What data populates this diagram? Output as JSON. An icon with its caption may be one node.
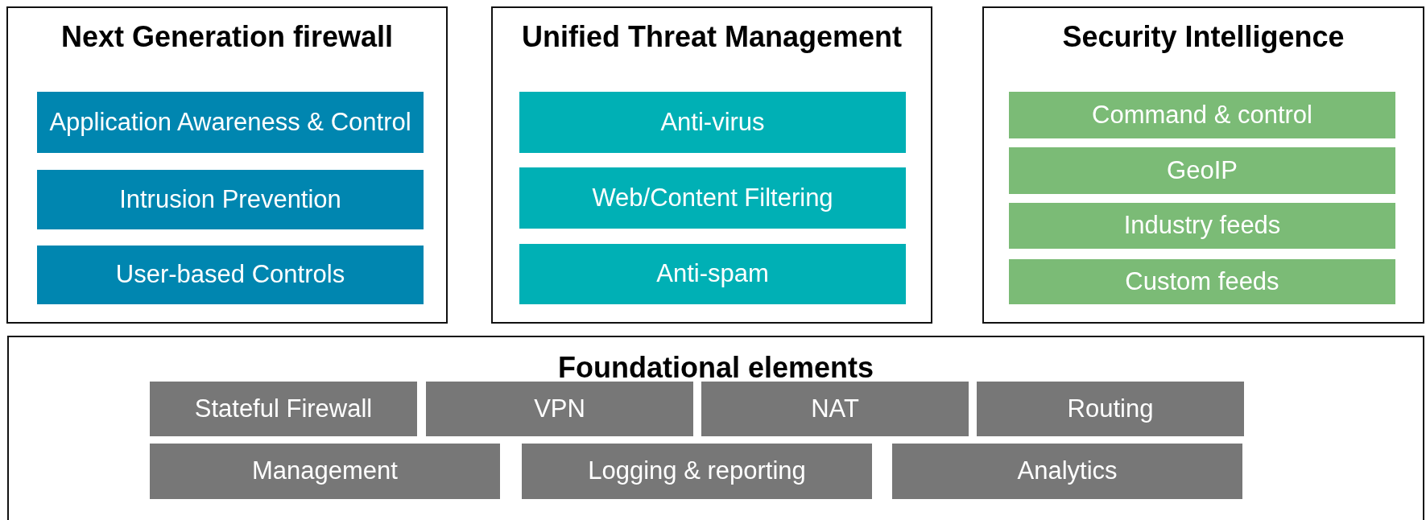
{
  "diagram": {
    "nodes": [
      {
        "text": [
          "Next Generation firewall"
        ]
      },
      {
        "text": [
          "Application Awareness & Control"
        ],
        "in": 0
      },
      {
        "text": [
          "Intrusion Prevention"
        ],
        "in": 0
      },
      {
        "text": [
          "User-based Controls"
        ],
        "in": 0
      },
      {
        "text": [
          "Unified Threat Management"
        ]
      },
      {
        "text": [
          "Anti-virus"
        ],
        "in": 4
      },
      {
        "text": [
          "Web/Content Filtering"
        ],
        "in": 4
      },
      {
        "text": [
          "Anti-spam"
        ],
        "in": 4
      },
      {
        "text": [
          "Security Intelligence"
        ]
      },
      {
        "text": [
          "Command & control"
        ],
        "in": 8
      },
      {
        "text": [
          "GeoIP"
        ],
        "in": 8
      },
      {
        "text": [
          "Industry feeds"
        ],
        "in": 8
      },
      {
        "text": [
          "Custom feeds"
        ],
        "in": 8
      },
      {
        "text": [
          "Foundational elements"
        ]
      },
      {
        "text": [
          "Stateful Firewall"
        ],
        "in": 13
      },
      {
        "text": [
          "VPN"
        ],
        "in": 13
      },
      {
        "text": [
          "NAT"
        ],
        "in": 13
      },
      {
        "text": [
          "Routing"
        ],
        "in": 13
      },
      {
        "text": [
          "Management"
        ],
        "in": 13
      },
      {
        "text": [
          "Logging & reporting"
        ],
        "in": 13
      },
      {
        "text": [
          "Analytics"
        ],
        "in": 13
      }
    ]
  }
}
